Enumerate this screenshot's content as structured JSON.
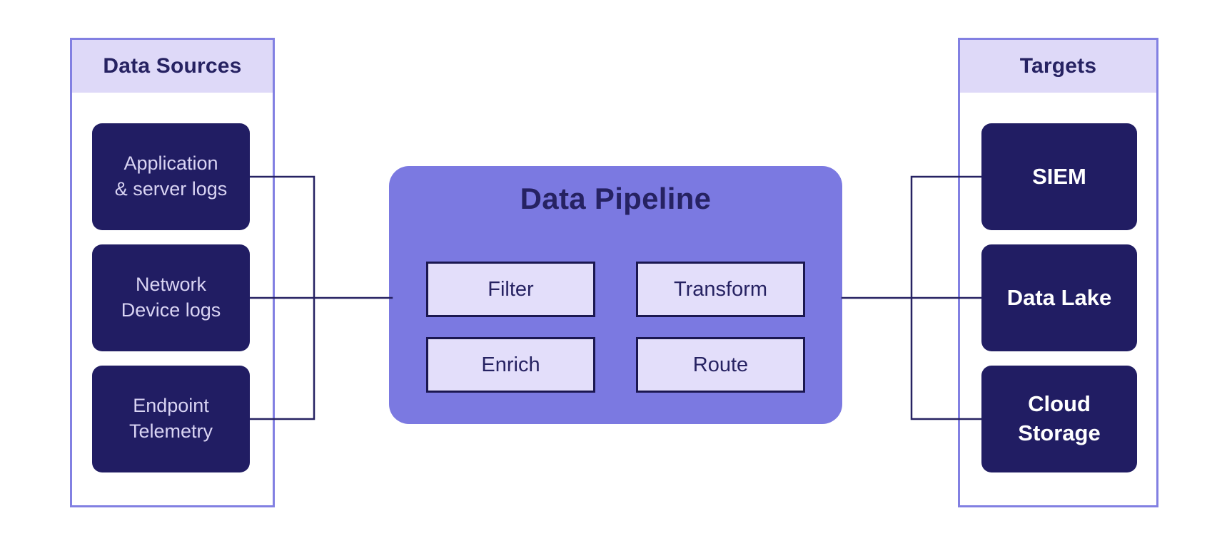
{
  "diagram": {
    "sources": {
      "title": "Data Sources",
      "items": [
        {
          "label": "Application\n& server logs"
        },
        {
          "label": "Network\nDevice logs"
        },
        {
          "label": "Endpoint\nTelemetry"
        }
      ]
    },
    "pipeline": {
      "title": "Data Pipeline",
      "stages": [
        {
          "label": "Filter"
        },
        {
          "label": "Transform"
        },
        {
          "label": "Enrich"
        },
        {
          "label": "Route"
        }
      ]
    },
    "targets": {
      "title": "Targets",
      "items": [
        {
          "label": "SIEM"
        },
        {
          "label": "Data Lake"
        },
        {
          "label": "Cloud\nStorage"
        }
      ]
    },
    "colors": {
      "node_fill": "#211d63",
      "pipeline_fill": "#7b79e1",
      "header_fill": "#ded9f8",
      "stage_fill": "#e3defa",
      "panel_border": "#8280e2",
      "line": "#262262",
      "source_text": "#d9d4f3",
      "target_text": "#ffffff"
    }
  }
}
